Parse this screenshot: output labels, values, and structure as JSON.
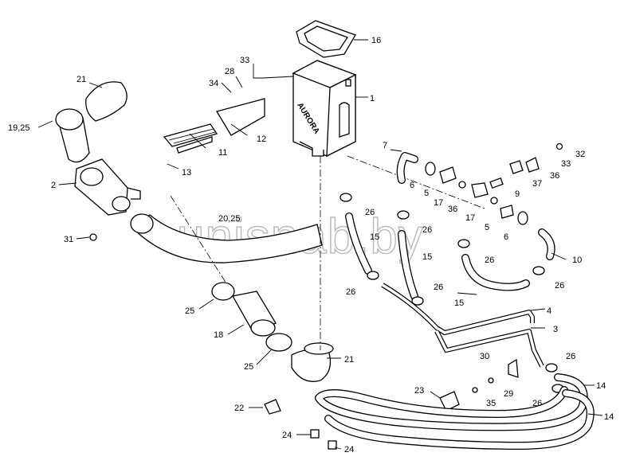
{
  "watermark": "unisnab.by",
  "brand_on_box": "AURORA",
  "callouts": {
    "c1": "1",
    "c2": "2",
    "c3": "3",
    "c4": "4",
    "c5a": "5",
    "c5b": "5",
    "c6a": "6",
    "c6b": "6",
    "c7": "7",
    "c9": "9",
    "c10": "10",
    "c11": "11",
    "c12": "12",
    "c13": "13",
    "c14a": "14",
    "c14b": "14",
    "c15a": "15",
    "c15b": "15",
    "c15c": "15",
    "c16": "16",
    "c17a": "17",
    "c17b": "17",
    "c18": "18",
    "c1925": "19,25",
    "c2025": "20,25",
    "c21a": "21",
    "c21b": "21",
    "c22": "22",
    "c23": "23",
    "c24a": "24",
    "c24b": "24",
    "c25a": "25",
    "c25b": "25",
    "c26a": "26",
    "c26b": "26",
    "c26c": "26",
    "c26d": "26",
    "c26e": "26",
    "c26f": "26",
    "c26g": "26",
    "c26h": "26",
    "c28": "28",
    "c29": "29",
    "c30": "30",
    "c31": "31",
    "c32": "32",
    "c33a": "33",
    "c33b": "33",
    "c34": "34",
    "c35": "35",
    "c36a": "36",
    "c36b": "36",
    "c37": "37"
  }
}
